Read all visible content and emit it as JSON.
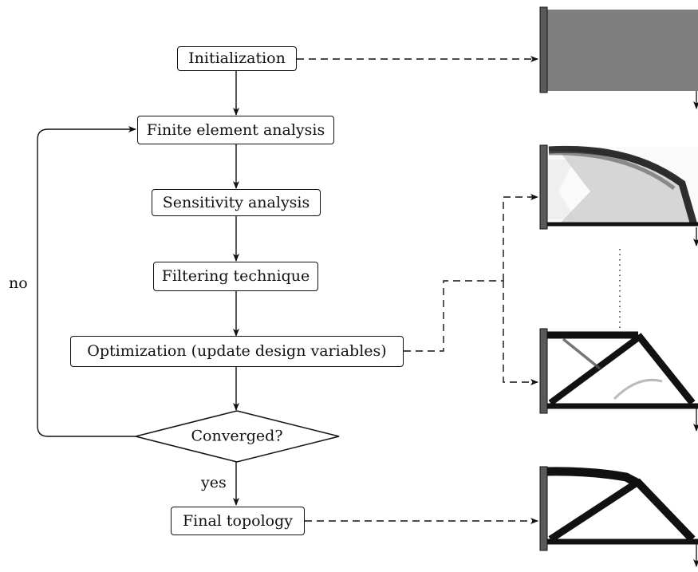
{
  "steps": {
    "initialization": "Initialization",
    "fea": "Finite element analysis",
    "sensitivity": "Sensitivity analysis",
    "filtering": "Filtering technique",
    "optimization": "Optimization (update design variables)",
    "converged": "Converged?",
    "final": "Final topology"
  },
  "labels": {
    "no": "no",
    "yes": "yes"
  },
  "colors": {
    "ink": "#111111",
    "wall": "#5a5a5a",
    "initial_material": "#7f7f7f"
  },
  "topology_snapshots": [
    "initial-design",
    "early-iteration",
    "later-iteration",
    "final-topology"
  ]
}
